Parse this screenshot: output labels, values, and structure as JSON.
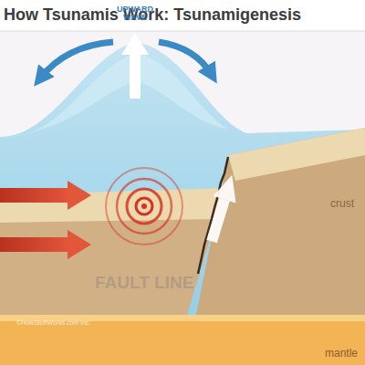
{
  "diagram": {
    "title": "How Tsunamis Work: Tsunamigenesis",
    "labels": [
      "UPWARD WAVE",
      "FAULT LINE",
      "crust",
      "mantle",
      "©HowStuffWorks.com Inc."
    ]
  }
}
